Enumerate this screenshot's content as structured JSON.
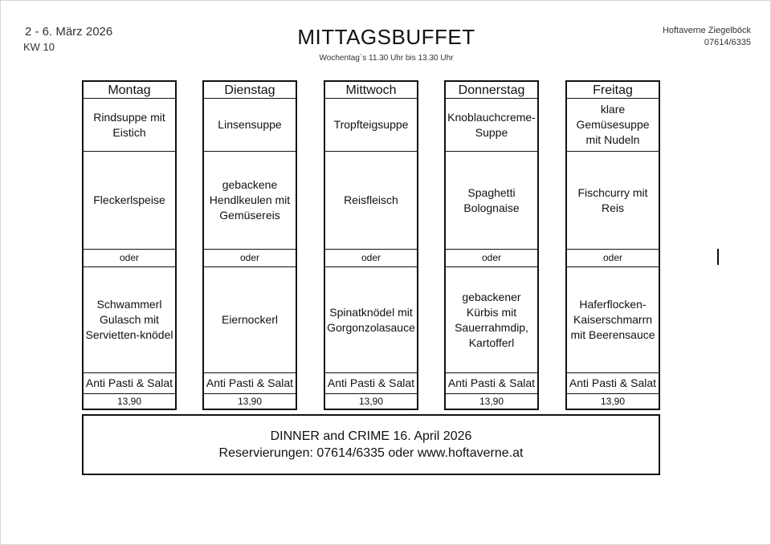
{
  "header": {
    "date_range": "2 - 6. März 2026",
    "week": "KW 10",
    "title": "MITTAGSBUFFET",
    "subtitle": "Wochentag`s 11.30 Uhr bis 13.30 Uhr",
    "business_name": "Hoftaverne Ziegelböck",
    "phone": "07614/6335"
  },
  "days": [
    {
      "day": "Montag",
      "soup": "Rindsuppe mit Eistich",
      "main1": "Fleckerlspeise",
      "or": "oder",
      "main2": "Schwammerl Gulasch mit Servietten-knödel",
      "side": "Anti Pasti & Salat",
      "price": "13,90"
    },
    {
      "day": "Dienstag",
      "soup": "Linsensuppe",
      "main1": "gebackene Hendlkeulen mit Gemüsereis",
      "or": "oder",
      "main2": "Eiernockerl",
      "side": "Anti Pasti & Salat",
      "price": "13,90"
    },
    {
      "day": "Mittwoch",
      "soup": "Tropfteigsuppe",
      "main1": "Reisfleisch",
      "or": "oder",
      "main2": "Spinatknödel mit Gorgonzolasauce",
      "side": "Anti Pasti & Salat",
      "price": "13,90"
    },
    {
      "day": "Donnerstag",
      "soup": "Knoblauchcreme-Suppe",
      "main1": "Spaghetti Bolognaise",
      "or": "oder",
      "main2": "gebackener Kürbis mit Sauerrahmdip, Kartofferl",
      "side": "Anti Pasti & Salat",
      "price": "13,90"
    },
    {
      "day": "Freitag",
      "soup": "klare Gemüsesuppe mit Nudeln",
      "main1": "Fischcurry mit Reis",
      "or": "oder",
      "main2": "Haferflocken-Kaiserschmarrn mit Beerensauce",
      "side": "Anti Pasti & Salat",
      "price": "13,90"
    }
  ],
  "footer": {
    "event": "DINNER and CRIME 16. April 2026",
    "reservation": "Reservierungen: 07614/6335 oder www.hoftaverne.at"
  }
}
